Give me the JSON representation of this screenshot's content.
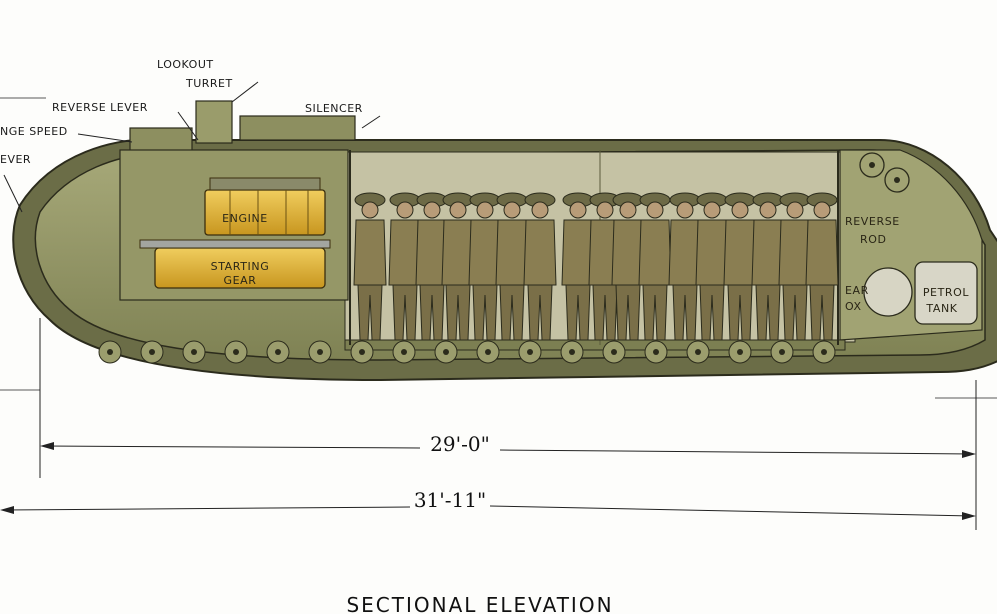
{
  "labels": {
    "lookout": "LOOKOUT",
    "turret": "TURRET",
    "reverse_lever": "REVERSE LEVER",
    "silencer": "SILENCER",
    "change_speed": "NGE SPEED",
    "lever": "EVER",
    "engine": "ENGINE",
    "starting": "STARTING",
    "gear": "GEAR",
    "reverse": "REVERSE",
    "rod": "ROD",
    "gear_box_1": "EAR",
    "gear_box_2": "OX",
    "petrol": "PETROL",
    "tank": "TANK"
  },
  "dimensions": {
    "inner": "29'-0\"",
    "outer": "31'-11\""
  },
  "caption": "SECTIONAL    ELEVATION",
  "colors": {
    "hull": "#8e9160",
    "hull_dark": "#5f6240",
    "hull_light": "#b3b487",
    "engine": "#d9ad35",
    "soldier": "#8a7e52",
    "helmet": "#6d6a46"
  }
}
